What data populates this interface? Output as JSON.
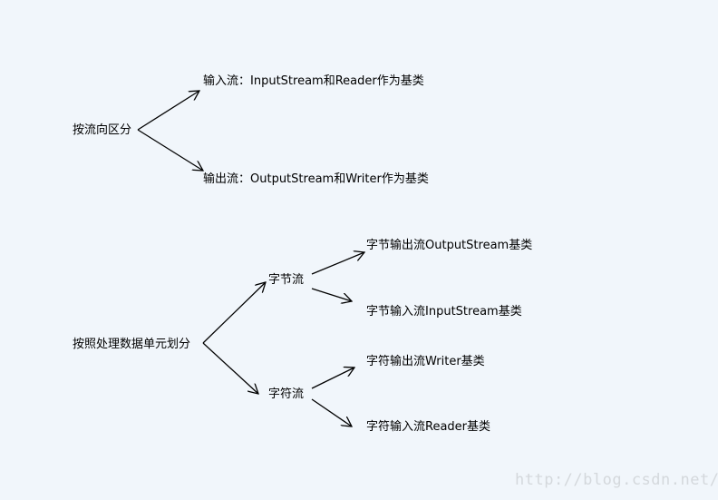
{
  "diagram1": {
    "root": "按流向区分",
    "branches": [
      "输入流：InputStream和Reader作为基类",
      "输出流：OutputStream和Writer作为基类"
    ]
  },
  "diagram2": {
    "root": "按照处理数据单元划分",
    "byte_stream": {
      "label": "字节流",
      "children": [
        "字节输出流OutputStream基类",
        "字节输入流InputStream基类"
      ]
    },
    "char_stream": {
      "label": "字符流",
      "children": [
        "字符输出流Writer基类",
        "字符输入流Reader基类"
      ]
    }
  },
  "watermark": "http://blog.csdn.net/"
}
